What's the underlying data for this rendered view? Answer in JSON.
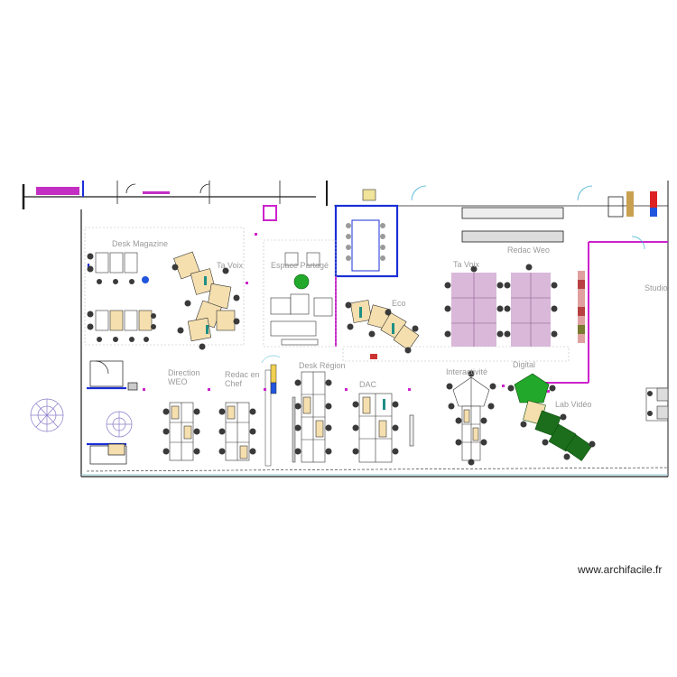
{
  "plan": {
    "rooms": [
      {
        "id": "desk-magazine",
        "label": "Desk Magazine"
      },
      {
        "id": "ta-voix-1",
        "label": "Ta Voix"
      },
      {
        "id": "espace-partage",
        "label": "Espace Partagé"
      },
      {
        "id": "eco",
        "label": "Eco"
      },
      {
        "id": "ta-voix-2",
        "label": "Ta Voix"
      },
      {
        "id": "redac-weo",
        "label": "Redac Weo"
      },
      {
        "id": "studio",
        "label": "Studio"
      },
      {
        "id": "direction-weo",
        "label": "Direction WEO"
      },
      {
        "id": "redac-en-chef",
        "label": "Redac en Chef"
      },
      {
        "id": "desk-region",
        "label": "Desk Région"
      },
      {
        "id": "dac",
        "label": "DAC"
      },
      {
        "id": "interactivite",
        "label": "Interactivité"
      },
      {
        "id": "digital",
        "label": "Digital"
      },
      {
        "id": "lab-video",
        "label": "Lab Vidéo"
      }
    ],
    "watermark": "www.archifacile.fr"
  },
  "colors": {
    "wall": "#1c1c1c",
    "blue_wall": "#1a2fd6",
    "magenta_wall": "#cc22cc",
    "desk": "#f5dfae",
    "purple_zone": "#d9b8d9",
    "teal_chair": "#1f8f86",
    "green_zone": "#22a82a",
    "red_marker": "#d0142c",
    "label_gray": "#9a9a9a"
  }
}
